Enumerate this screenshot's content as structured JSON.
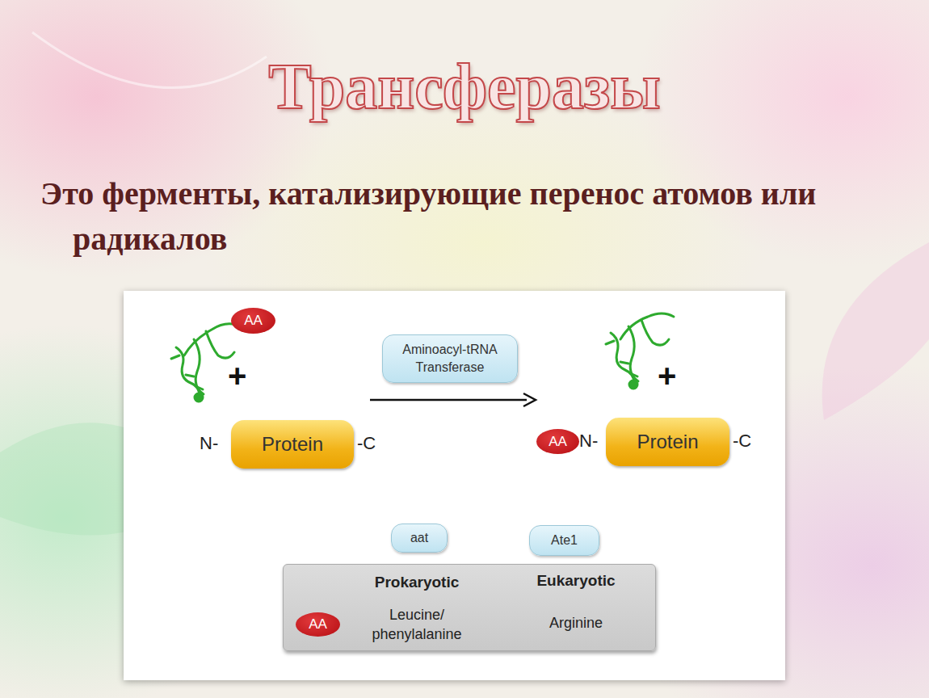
{
  "diagram": {
    "title": "Трансферазы",
    "nodes": [
      {
        "text": [
          "AA"
        ]
      },
      {
        "text": [
          "Aminoacyl-tRNA Transferase"
        ]
      },
      {
        "text": [
          "Protein"
        ]
      },
      {
        "text": [
          "AA"
        ]
      },
      {
        "text": [
          "Protein"
        ]
      },
      {
        "text": [
          "aat"
        ]
      },
      {
        "text": [
          "Ate1"
        ]
      },
      {
        "text": [
          "Prokaryotic",
          "Eukaryotic",
          "Leucine/ phenylalanine",
          "Arginine"
        ]
      },
      {
        "text": [
          "AA"
        ],
        "in": 7
      }
    ],
    "labels": [
      "Это ферменты, катализирующие перенос атомов или радикалов",
      "+",
      "N-",
      "-C",
      "+",
      "N-",
      "-C"
    ]
  }
}
